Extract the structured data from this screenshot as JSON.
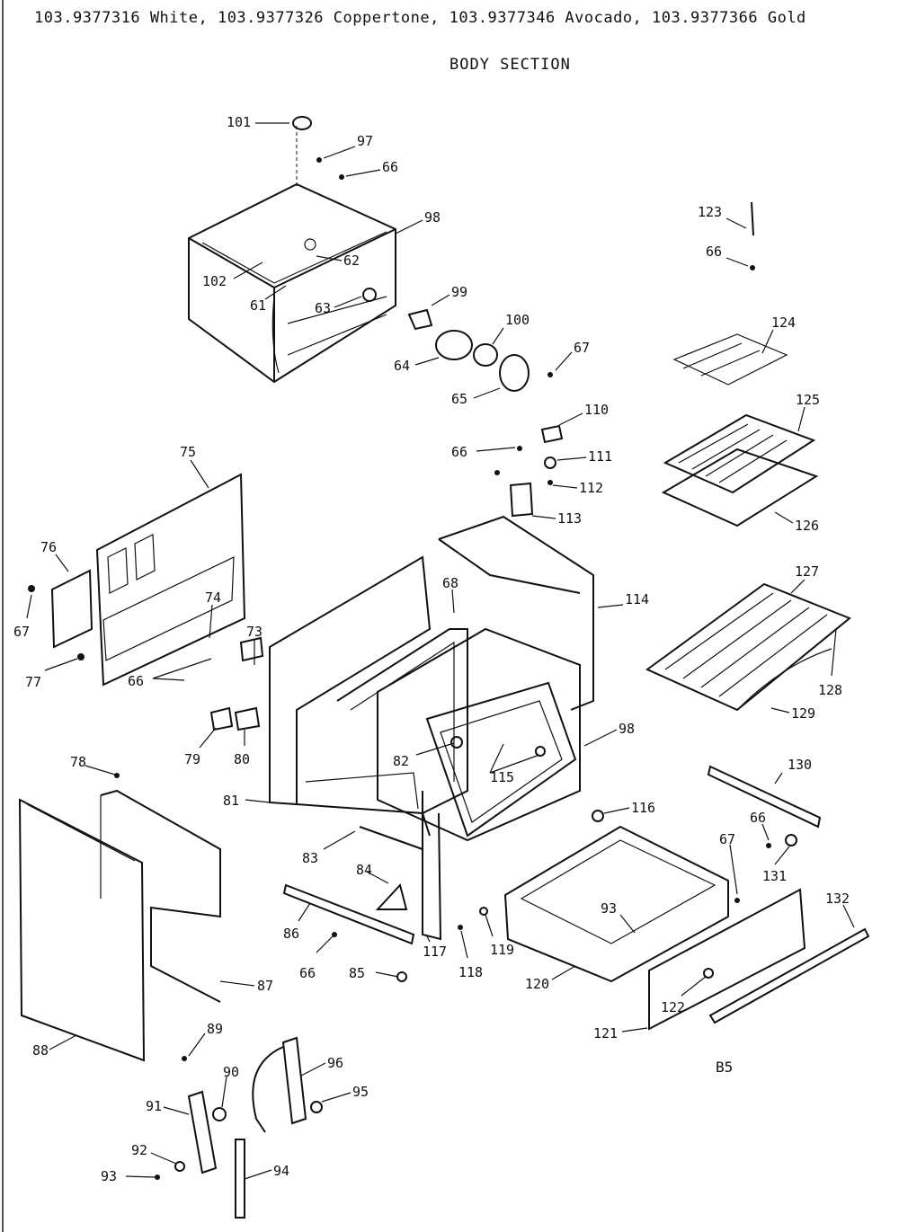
{
  "header": {
    "models": "103.9377316 White, 103.9377326 Coppertone, 103.9377346 Avocado, 103.9377366 Gold"
  },
  "section_title": "BODY SECTION",
  "page_number": "B5",
  "callouts": [
    "101",
    "97",
    "66",
    "98",
    "62",
    "102",
    "61",
    "63",
    "99",
    "100",
    "64",
    "65",
    "67",
    "123",
    "66",
    "124",
    "125",
    "126",
    "110",
    "66",
    "111",
    "112",
    "113",
    "75",
    "76",
    "67",
    "74",
    "73",
    "77",
    "66",
    "79",
    "80",
    "68",
    "114",
    "127",
    "128",
    "129",
    "98",
    "82",
    "115",
    "81",
    "116",
    "83",
    "130",
    "66",
    "131",
    "67",
    "84",
    "86",
    "66",
    "85",
    "117",
    "118",
    "119",
    "93",
    "120",
    "132",
    "122",
    "121",
    "87",
    "78",
    "88",
    "89",
    "90",
    "96",
    "95",
    "91",
    "92",
    "93",
    "94"
  ]
}
